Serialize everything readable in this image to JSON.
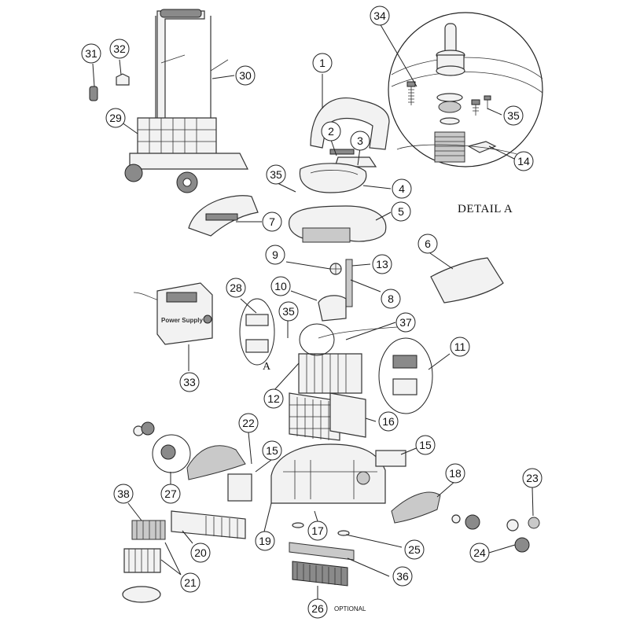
{
  "diagram": {
    "detail_label": "DETAIL A",
    "optional_label": "OPTIONAL",
    "detail_reference": "A",
    "power_supply_label": "Power Supply",
    "callouts": [
      "1",
      "2",
      "3",
      "4",
      "5",
      "6",
      "7",
      "8",
      "9",
      "10",
      "11",
      "12",
      "13",
      "14",
      "15",
      "15",
      "16",
      "17",
      "18",
      "19",
      "20",
      "21",
      "22",
      "23",
      "24",
      "25",
      "26",
      "27",
      "28",
      "29",
      "30",
      "31",
      "32",
      "33",
      "34",
      "35",
      "35",
      "35",
      "36",
      "37",
      "38"
    ]
  }
}
